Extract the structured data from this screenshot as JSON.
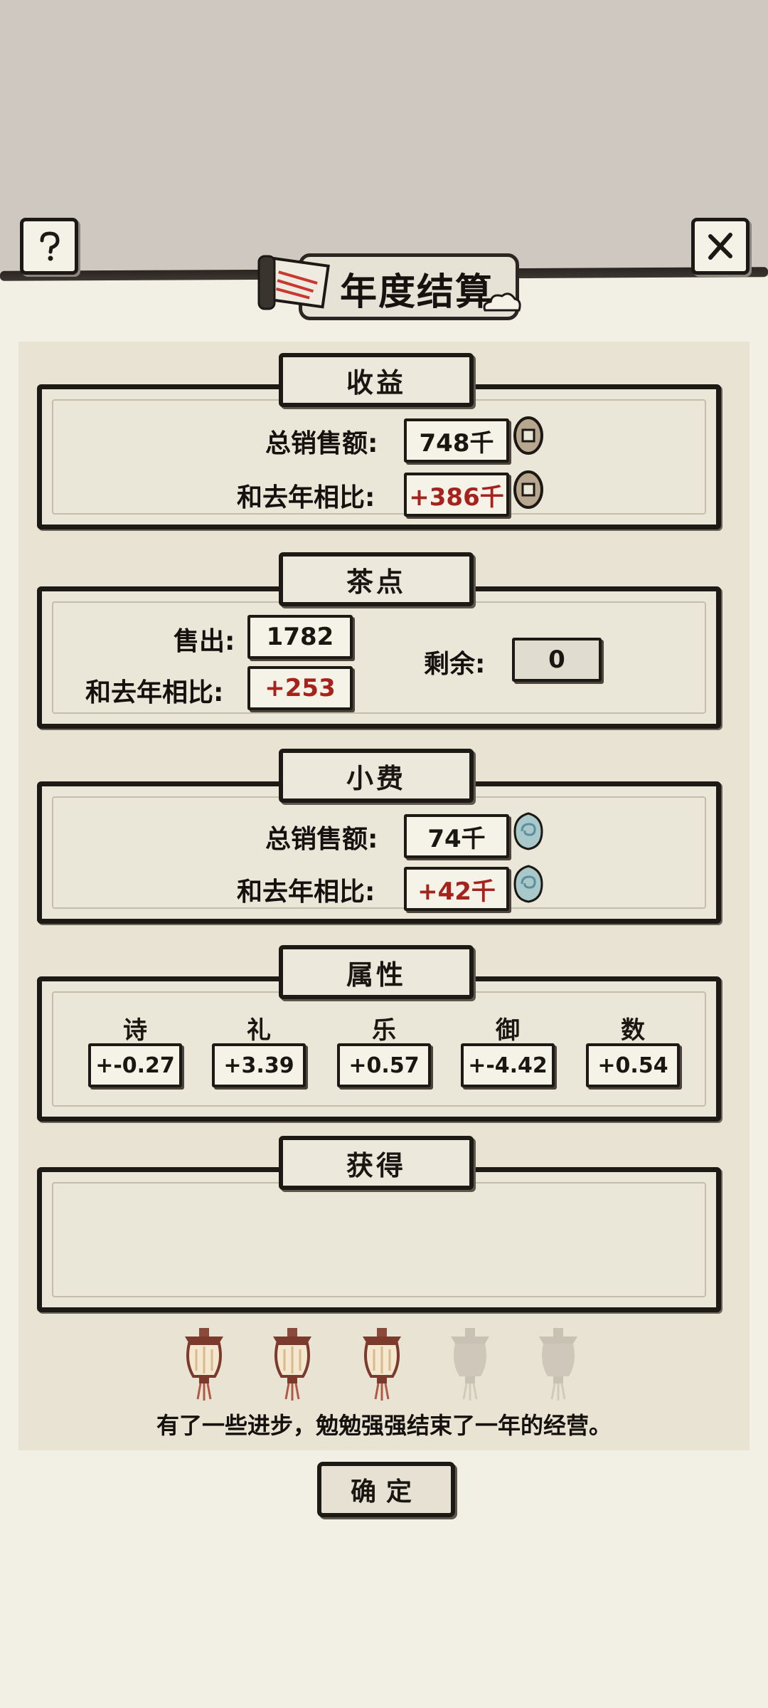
{
  "header": {
    "title": "年度结算",
    "help_icon": "question-mark-icon",
    "close_icon": "close-x-icon"
  },
  "income": {
    "tag": "收益",
    "total_label": "总销售额:",
    "total_value": "748千",
    "compare_label": "和去年相比:",
    "compare_value": "+386千",
    "currency_icon": "copper-coin-icon"
  },
  "snacks": {
    "tag": "茶点",
    "sold_label": "售出:",
    "sold_value": "1782",
    "compare_label": "和去年相比:",
    "compare_value": "+253",
    "remain_label": "剩余:",
    "remain_value": "0"
  },
  "tips": {
    "tag": "小费",
    "total_label": "总销售额:",
    "total_value": "74千",
    "compare_label": "和去年相比:",
    "compare_value": "+42千",
    "currency_icon": "jade-stone-icon"
  },
  "attributes": {
    "tag": "属性",
    "items": [
      {
        "name": "诗",
        "value": "+-0.27"
      },
      {
        "name": "礼",
        "value": "+3.39"
      },
      {
        "name": "乐",
        "value": "+0.57"
      },
      {
        "name": "御",
        "value": "+-4.42"
      },
      {
        "name": "数",
        "value": "+0.54"
      }
    ]
  },
  "rewards": {
    "tag": "获得"
  },
  "rating": {
    "lit": 3,
    "total": 5,
    "message": "有了一些进步，勉勉强强结束了一年的经营。"
  },
  "confirm_label": "确定",
  "colors": {
    "top_background": "#cfc8c0",
    "panel": "#e8e3d2",
    "positive_red": "#a6221c",
    "ink": "#1d1915"
  }
}
